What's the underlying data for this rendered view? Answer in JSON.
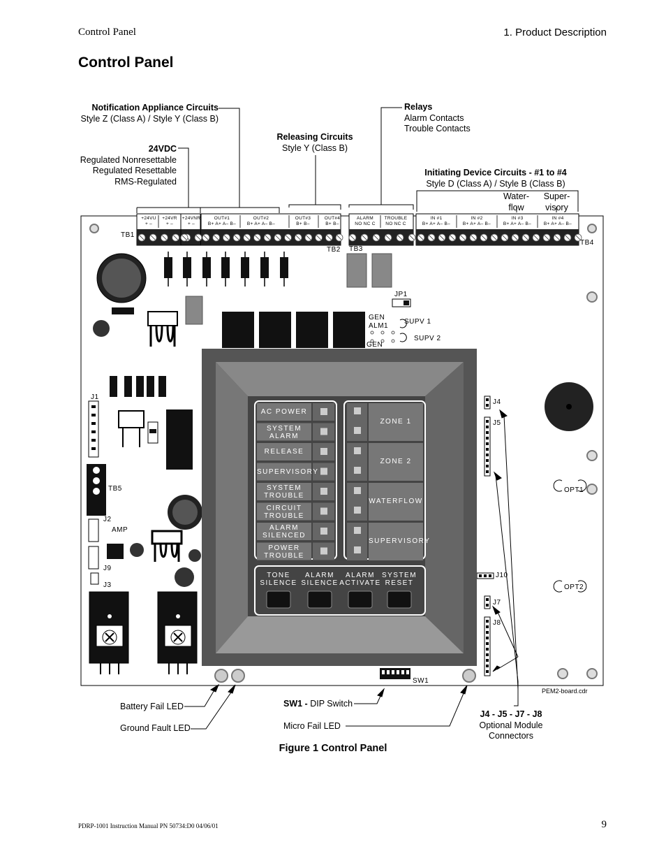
{
  "header": {
    "left": "Control Panel",
    "right": "1. Product Description"
  },
  "title": "Control Panel",
  "callouts": {
    "nac_title": "Notification Appliance Circuits",
    "nac_sub": "Style Z (Class A) / Style Y (Class B)",
    "vdc_title": "24VDC",
    "vdc_1": "Regulated Nonresettable",
    "vdc_2": "Regulated Resettable",
    "vdc_3": "RMS-Regulated",
    "rel_title": "Releasing Circuits",
    "rel_sub": "Style Y (Class B)",
    "relays_title": "Relays",
    "relays_1": "Alarm Contacts",
    "relays_2": "Trouble Contacts",
    "idc_title": "Initiating Device Circuits - #1 to #4",
    "idc_sub": "Style D (Class A) / Style B (Class B)",
    "water_1": "Water-",
    "water_2": "flow",
    "super_1": "Super-",
    "super_2": "visory",
    "battery_fail": "Battery Fail LED",
    "ground_fault": "Ground Fault LED",
    "sw1_bold": "SW1 -",
    "sw1_rest": " DIP Switch",
    "micro_fail": "Micro Fail LED",
    "opt_title": "J4 - J5 - J7 - J8",
    "opt_1": "Optional Module",
    "opt_2": "Connectors",
    "drawing_file": "PEM2-board.cdr"
  },
  "board": {
    "tb1": "TB1",
    "tb2": "TB2",
    "tb3": "TB3",
    "tb4": "TB4",
    "tb5": "TB5",
    "jp1": "JP1",
    "j1": "J1",
    "j2": "J2",
    "j3": "J3",
    "j4": "J4",
    "j5": "J5",
    "j7": "J7",
    "j8": "J8",
    "j9": "J9",
    "j10": "J10",
    "sw1": "SW1",
    "amp": "AMP",
    "opt1": "OPT1",
    "opt2": "OPT2",
    "gen": "GEN",
    "gen_alm": "GEN",
    "alm1": "ALM1",
    "supv1": "SUPV 1",
    "supv2": "SUPV 2",
    "term_groups": [
      "+24VU",
      "+24VR",
      "+24VNR",
      "OUT#1",
      "OUT#2",
      "OUT#3",
      "OUT#4",
      "ALARM",
      "TROUBLE",
      "IN #1",
      "IN #2",
      "IN #3",
      "IN #4"
    ],
    "term_subs": [
      "+  –",
      "+  –",
      "+  –",
      "B+ A+ A– B–",
      "B+ A+ A– B–",
      "B+  B–",
      "B+  B–",
      "NO NC C",
      "NO NC C",
      "B+ A+ A– B–",
      "B+ A+ A– B–",
      "B+ A+ A– B–",
      "B+ A+ A– B–"
    ],
    "status_leds": [
      [
        "AC POWER"
      ],
      [
        "SYSTEM",
        "ALARM"
      ],
      [
        "RELEASE"
      ],
      [
        "SUPERVISORY"
      ],
      [
        "SYSTEM",
        "TROUBLE"
      ],
      [
        "CIRCUIT",
        "TROUBLE"
      ],
      [
        "ALARM",
        "SILENCED"
      ],
      [
        "POWER",
        "TROUBLE"
      ]
    ],
    "zones": [
      "ZONE 1",
      "ZONE 2",
      "WATERFLOW",
      "SUPERVISORY"
    ],
    "buttons": [
      [
        "TONE",
        "SILENCE"
      ],
      [
        "ALARM",
        "SILENCE"
      ],
      [
        "ALARM",
        "ACTIVATE"
      ],
      [
        "SYSTEM",
        "RESET"
      ]
    ]
  },
  "caption": "Figure 1  Control Panel",
  "footer": {
    "left": "PDRP-1001 Instruction Manual  PN 50734:D0  04/06/01",
    "page": "9"
  }
}
